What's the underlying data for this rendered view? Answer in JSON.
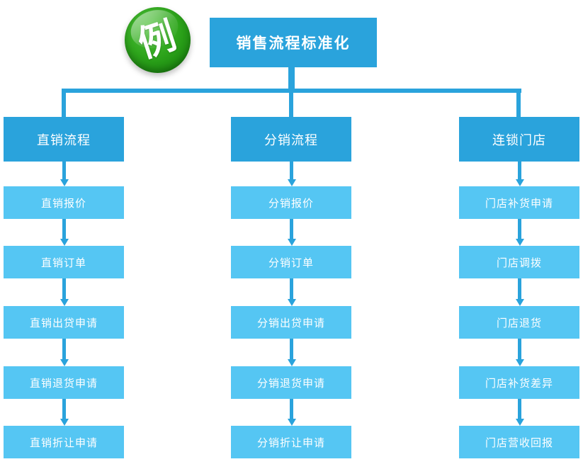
{
  "badge": {
    "label": "例"
  },
  "title": {
    "label": "销售流程标准化"
  },
  "colors": {
    "primary_blue": "#2aa3dc",
    "light_blue": "#55c6f3",
    "badge_green": "#2da41b",
    "text": "#ffffff"
  },
  "columns": [
    {
      "header": "直销流程",
      "items": [
        "直销报价",
        "直销订单",
        "直销出贷申请",
        "直销退货申请",
        "直销折让申请"
      ]
    },
    {
      "header": "分销流程",
      "items": [
        "分销报价",
        "分销订单",
        "分销出贷申请",
        "分销退货申请",
        "分销折让申请"
      ]
    },
    {
      "header": "连锁门店",
      "items": [
        "门店补货申请",
        "门店调拨",
        "门店退货",
        "门店补货差异",
        "门店营收回报"
      ]
    }
  ]
}
